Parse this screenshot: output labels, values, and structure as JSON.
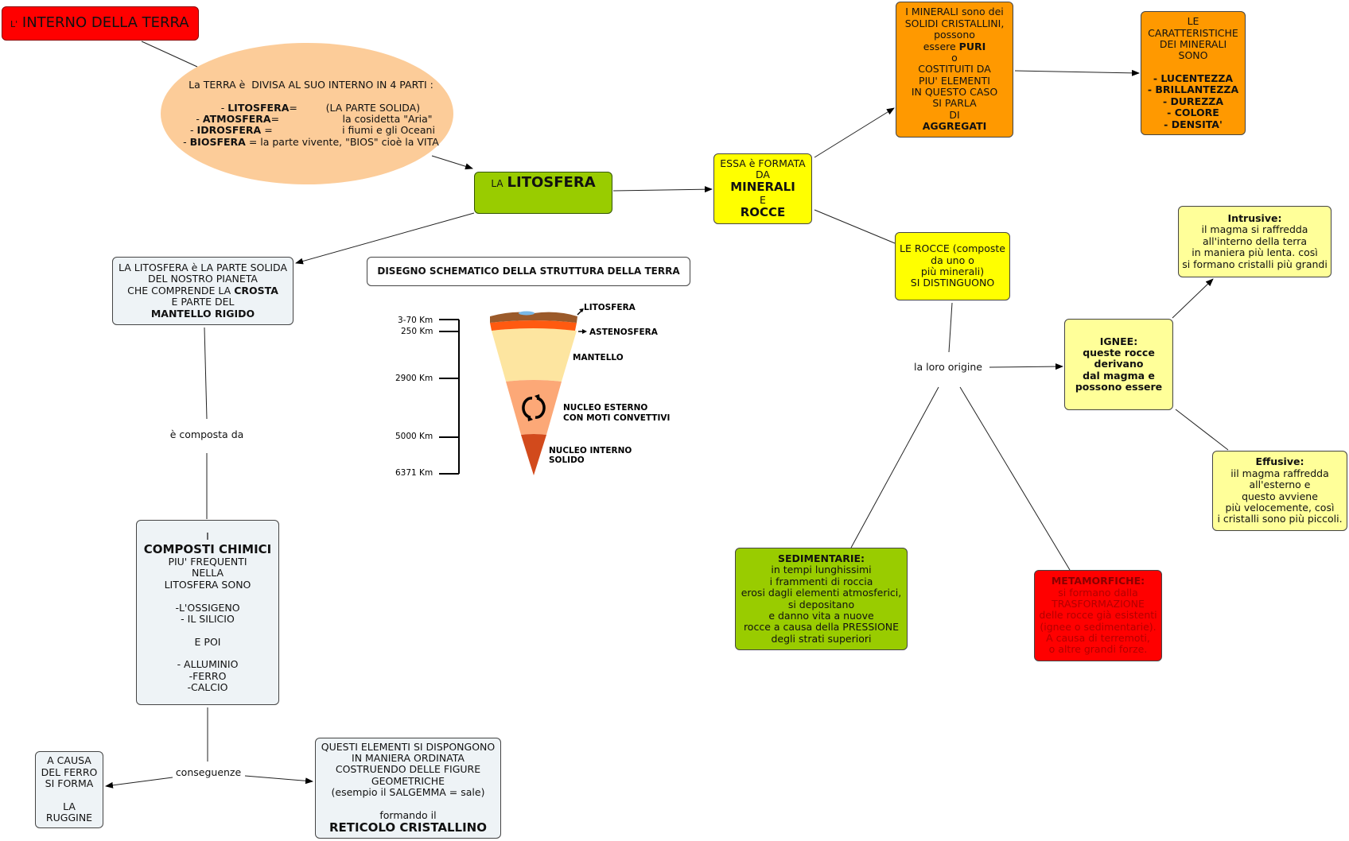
{
  "title": {
    "prefix": "L'",
    "main": "INTERNO DELLA TERRA"
  },
  "intro": {
    "heading": "La TERRA è  DIVISA AL SUO INTERNO IN 4 PARTI :",
    "parts": [
      {
        "pre": "      - ",
        "name": "LITOSFERA",
        "desc": "=         (LA PARTE SOLIDA)"
      },
      {
        "pre": "  - ",
        "name": "ATMOSFERA",
        "desc": "=                    la cosidetta \"Aria\""
      },
      {
        "pre": " - ",
        "name": "IDROSFERA",
        "desc": " =                      i fiumi e gli Oceani"
      },
      {
        "pre": "- ",
        "name": "BIOSFERA",
        "desc": " = la parte vivente, \"BIOS\" cioè la VITA"
      }
    ]
  },
  "litosfera": {
    "prefix": "LA",
    "name": "LITOSFERA"
  },
  "definition": {
    "lines": [
      "LA LITOSFERA è LA PARTE SOLIDA",
      "DEL NOSTRO PIANETA"
    ],
    "line3_pre": "CHE COMPRENDE LA ",
    "line3_bold": "CROSTA",
    "line4": "E PARTE DEL",
    "line5_bold": "MANTELLO RIGIDO"
  },
  "composta": "è composta da",
  "composti": {
    "line1": "I",
    "bold": "COMPOSTI CHIMICI",
    "lines": [
      "PIU' FREQUENTI",
      "NELLA",
      "LITOSFERA SONO",
      "",
      "-L'OSSIGENO",
      "- IL SILICIO",
      "",
      "E POI",
      "",
      "- ALLUMINIO",
      "-FERRO",
      "-CALCIO"
    ]
  },
  "conseguenze": "conseguenze",
  "ruggine": {
    "lines": [
      "A CAUSA",
      "DEL FERRO",
      "SI FORMA",
      "",
      "LA",
      "RUGGINE"
    ]
  },
  "reticolo": {
    "lines": [
      "QUESTI ELEMENTI SI DISPONGONO",
      "IN MANIERA ORDINATA",
      "COSTRUENDO DELLE FIGURE",
      "GEOMETRICHE",
      "(esempio il SALGEMMA = sale)",
      "",
      "formando il"
    ],
    "bold": "RETICOLO CRISTALLINO"
  },
  "schema": {
    "title": "DISEGNO SCHEMATICO DELLA STRUTTURA DELLA TERRA",
    "depths": [
      "3-70 Km",
      "250 Km",
      "2900 Km",
      "5000 Km",
      "6371 Km"
    ],
    "layers": [
      "LITOSFERA",
      "ASTENOSFERA",
      "MANTELLO",
      "NUCLEO ESTERNO",
      "CON MOTI CONVETTIVI",
      "NUCLEO INTERNO",
      "SOLIDO"
    ]
  },
  "formata": {
    "line1": "ESSA è FORMATA",
    "line2": "DA",
    "bold1": "MINERALI",
    "line3": "E",
    "bold2": "ROCCE"
  },
  "minerali": {
    "lines": [
      "I MINERALI sono dei",
      "SOLIDI CRISTALLINI,",
      "possono"
    ],
    "puri_pre": "essere ",
    "puri_bold": "PURI",
    "lines2": [
      "o",
      "COSTITUITI DA",
      "PIU' ELEMENTI",
      "IN QUESTO CASO",
      "SI PARLA",
      "DI"
    ],
    "bold": "AGGREGATI"
  },
  "caratteristiche": {
    "lines": [
      "LE",
      "CARATTERISTICHE",
      "DEI MINERALI",
      "SONO",
      ""
    ],
    "items": [
      "- LUCENTEZZA",
      "- BRILLANTEZZA",
      "- DUREZZA",
      "- COLORE",
      "- DENSITA'"
    ]
  },
  "rocce": {
    "lines": [
      "LE ROCCE (composte",
      "da uno o",
      "più minerali)",
      "SI DISTINGUONO"
    ]
  },
  "origine": "la loro origine",
  "ignee": {
    "lines": [
      "IGNEE:",
      "queste rocce",
      "derivano",
      "dal magma e",
      "possono essere"
    ]
  },
  "intrusive": {
    "bold": "Intrusive:",
    "lines": [
      "il magma si raffredda",
      "all'interno della terra",
      "in maniera più lenta. così",
      "si formano cristalli più grandi"
    ]
  },
  "effusive": {
    "bold": "Effusive:",
    "lines": [
      "iil magma raffredda",
      "all'esterno e",
      "questo avviene",
      "più velocemente, così",
      "i cristalli sono più piccoli."
    ]
  },
  "sedimentarie": {
    "bold": "SEDIMENTARIE:",
    "lines": [
      "in tempi lunghissimi",
      "i frammenti di roccia",
      "erosi dagli elementi atmosferici,",
      "si depositano",
      "e danno vita a nuove",
      "rocce a causa della PRESSIONE",
      "degli strati superiori"
    ]
  },
  "metamorfiche": {
    "bold": "METAMORFICHE:",
    "lines": [
      "si formano dalla",
      "TRASFORMAZIONE",
      "delle rocce già esistenti",
      "(ignee o sedimentarie).",
      "A causa di terremoti,",
      "o altre grandi forze."
    ]
  },
  "colors": {
    "title": "#ff0000",
    "ellipse": "#fccc99",
    "green": "#99cc00",
    "yellow": "#ffff00",
    "lightyellow": "#ffff99",
    "orange": "#ff9900",
    "pale": "#eef3f6",
    "red": "#ff0000"
  }
}
